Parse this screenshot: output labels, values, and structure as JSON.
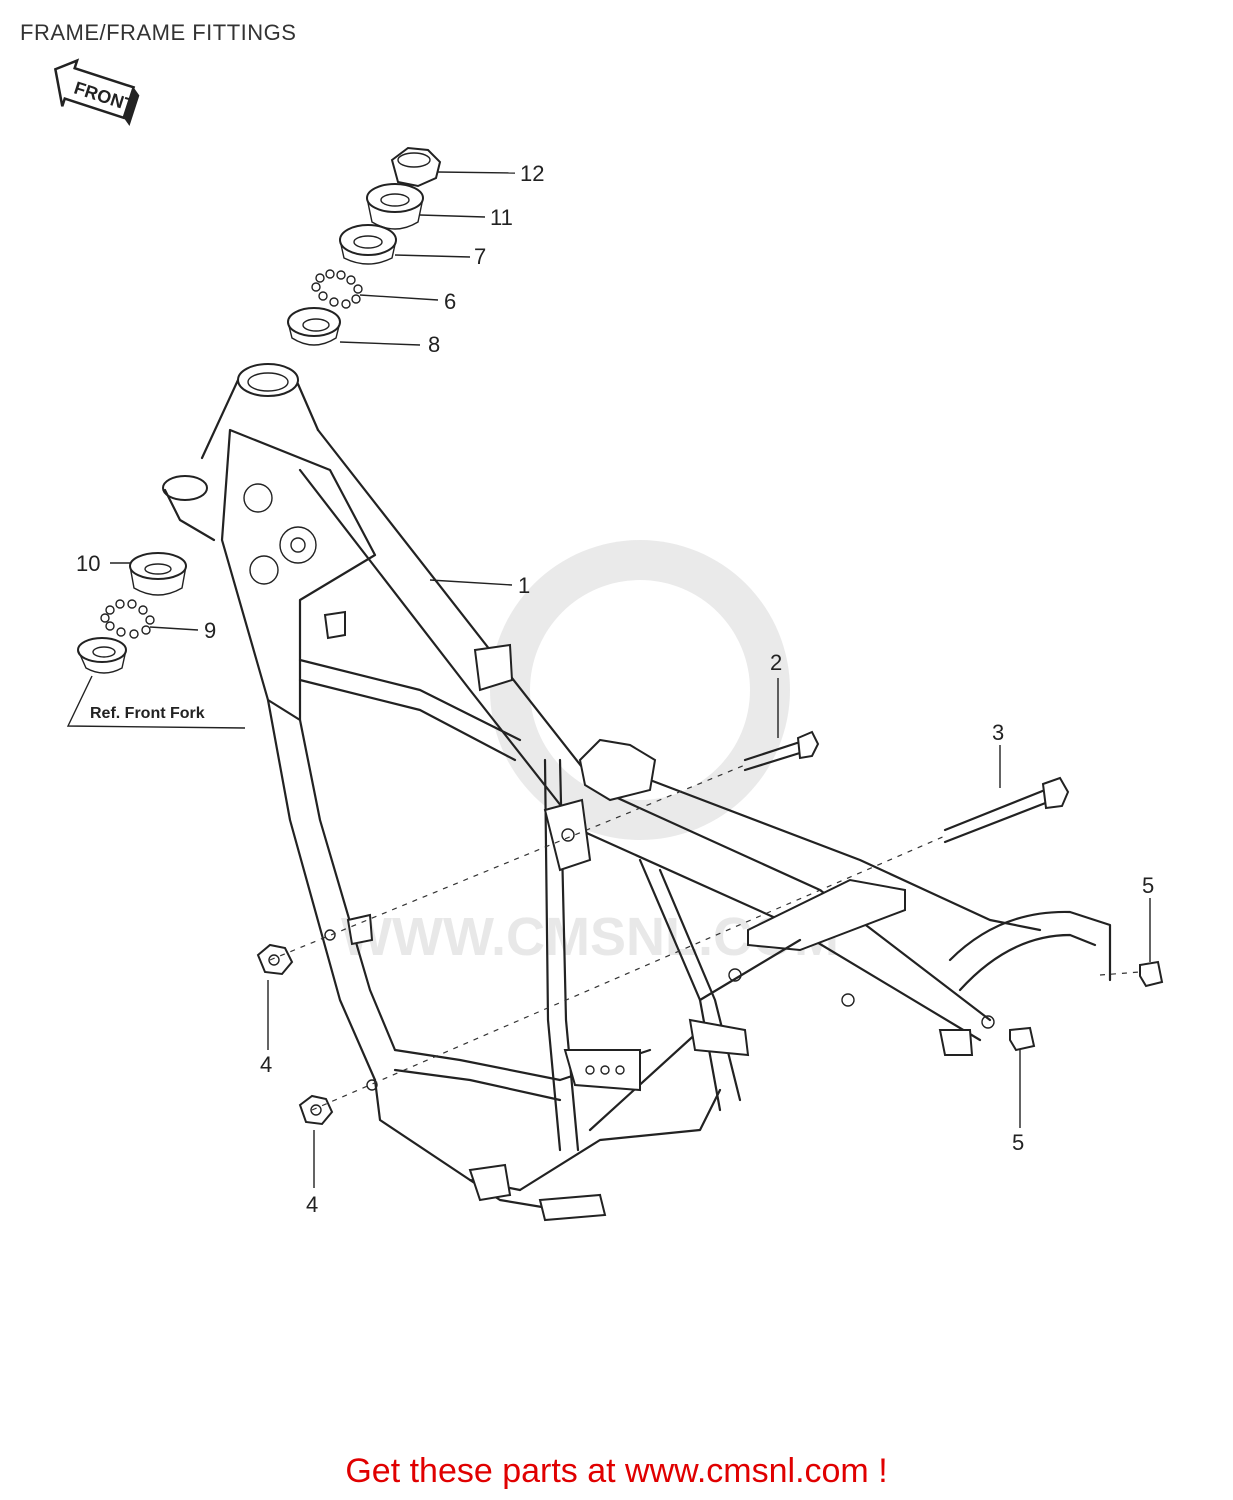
{
  "title": "FRAME/FRAME FITTINGS",
  "front_arrow": {
    "label": "FRONT",
    "icon": "front-arrow-icon"
  },
  "callouts": [
    {
      "id": "c1",
      "label": "1",
      "part": "frame"
    },
    {
      "id": "c2",
      "label": "2",
      "part": "bolt-short"
    },
    {
      "id": "c3",
      "label": "3",
      "part": "bolt-long"
    },
    {
      "id": "c4a",
      "label": "4",
      "part": "nut-upper"
    },
    {
      "id": "c4b",
      "label": "4",
      "part": "nut-lower"
    },
    {
      "id": "c5a",
      "label": "5",
      "part": "cap-right"
    },
    {
      "id": "c5b",
      "label": "5",
      "part": "cap-lower"
    },
    {
      "id": "c6",
      "label": "6",
      "part": "steel-balls-upper"
    },
    {
      "id": "c7",
      "label": "7",
      "part": "race-upper"
    },
    {
      "id": "c8",
      "label": "8",
      "part": "race-cup-upper"
    },
    {
      "id": "c9",
      "label": "9",
      "part": "steel-balls-lower"
    },
    {
      "id": "c10",
      "label": "10",
      "part": "race-lower"
    },
    {
      "id": "c11",
      "label": "11",
      "part": "race-cone"
    },
    {
      "id": "c12",
      "label": "12",
      "part": "stem-nut"
    }
  ],
  "reference_note": "Ref. Front Fork",
  "watermark": {
    "text": "WWW.CMSNL.COM"
  },
  "footer": {
    "text": "Get these parts at www.cmsnl.com !",
    "color": "#e00000"
  }
}
